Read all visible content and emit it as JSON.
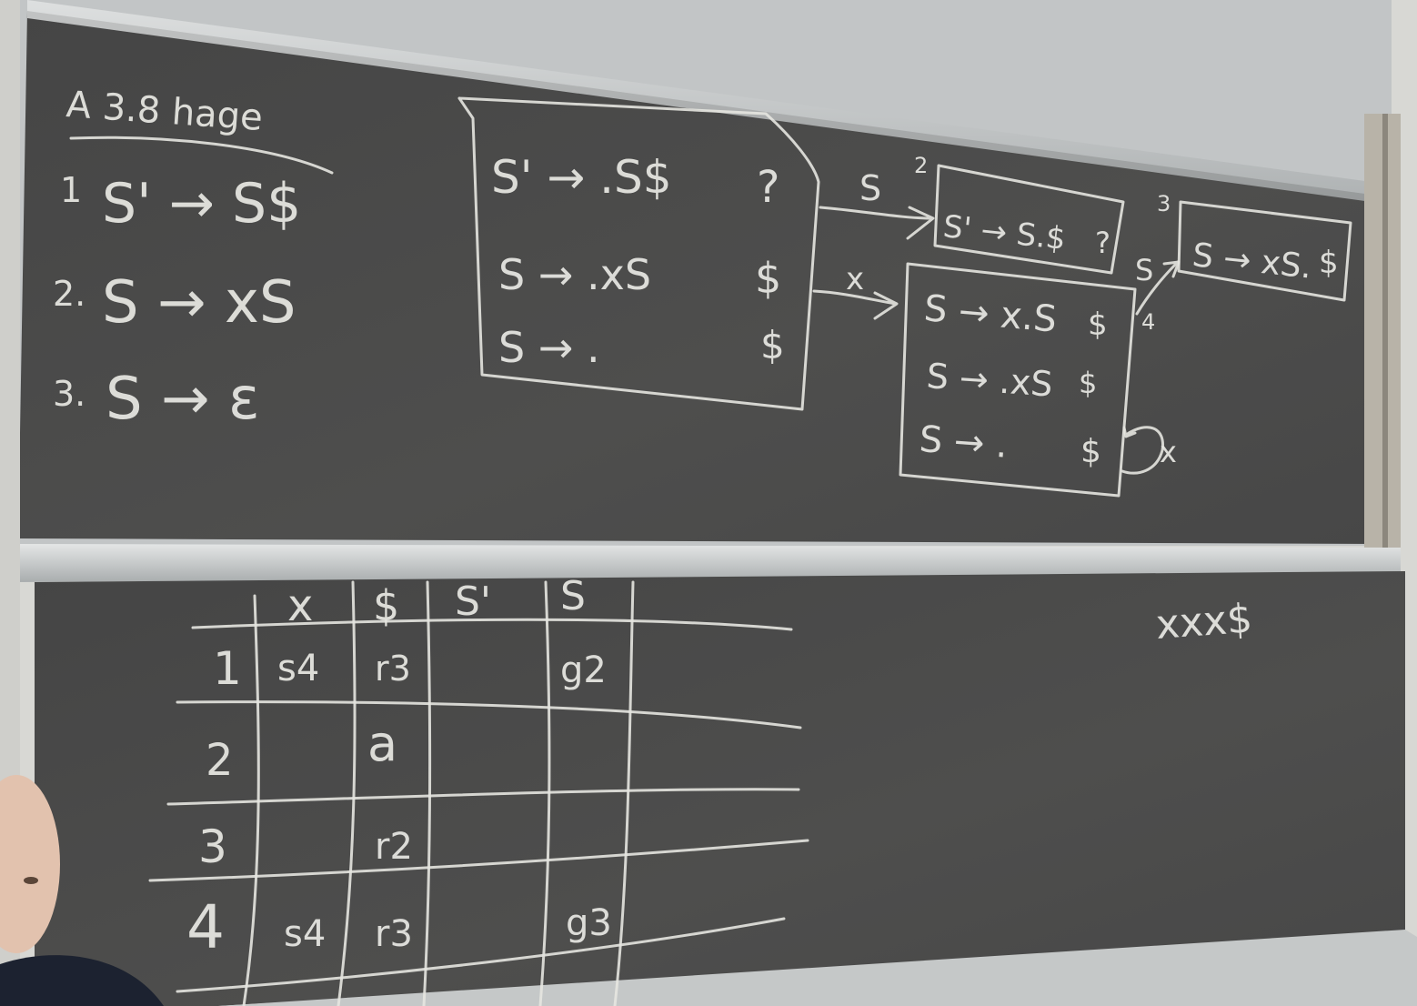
{
  "board_top": {
    "grammar": {
      "title": "A 3.8 hage",
      "rules": [
        {
          "num": "1",
          "text": "S' → S$"
        },
        {
          "num": "2.",
          "text": "S → xS"
        },
        {
          "num": "3.",
          "text": "S → ε"
        }
      ]
    },
    "state_1": {
      "items": [
        {
          "item": "S' → .S$",
          "lookahead": "?"
        },
        {
          "item": "S → .xS",
          "lookahead": "$"
        },
        {
          "item": "S → .",
          "lookahead": "$"
        }
      ]
    },
    "state_2": {
      "label": "2",
      "items": [
        {
          "item": "S' → S.$",
          "lookahead": "?"
        }
      ]
    },
    "state_3": {
      "label": "3",
      "items": [
        {
          "item": "S → xS.",
          "lookahead": "$"
        }
      ]
    },
    "state_4": {
      "label": "4",
      "items": [
        {
          "item": "S → x.S",
          "lookahead": "$"
        },
        {
          "item": "S → .xS",
          "lookahead": "$"
        },
        {
          "item": "S → .",
          "lookahead": "$"
        }
      ]
    },
    "transitions": {
      "s_1_to_2": "S",
      "x_1_to_4": "x",
      "s_4_to_3": "S",
      "x_4_loop": "x"
    }
  },
  "board_bottom": {
    "table": {
      "headers": [
        "x",
        "$",
        "S'",
        "S"
      ],
      "rows": [
        {
          "state": "1",
          "x": "s4",
          "dollar": "r3",
          "sprime": "",
          "s": "g2"
        },
        {
          "state": "2",
          "x": "",
          "dollar": "a",
          "sprime": "",
          "s": ""
        },
        {
          "state": "3",
          "x": "",
          "dollar": "r2",
          "sprime": "",
          "s": ""
        },
        {
          "state": "4",
          "x": "s4",
          "dollar": "r3",
          "sprime": "",
          "s": "g3"
        }
      ]
    },
    "input_string": "xxx$"
  },
  "colors": {
    "chalkboard": "#4b4b4a",
    "chalk": "#e9e9e4",
    "frame": "#bfc3c4",
    "wall": "#d9d9d6"
  }
}
